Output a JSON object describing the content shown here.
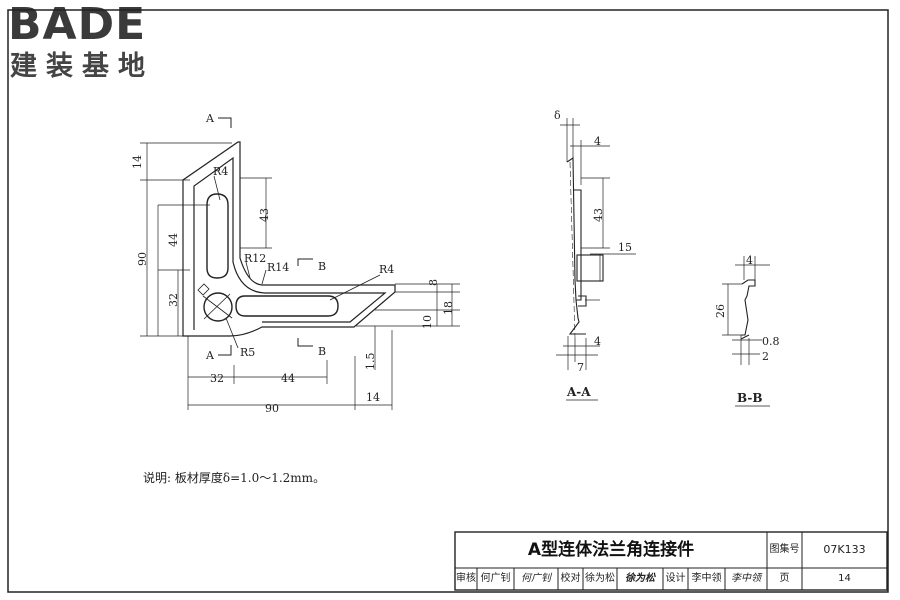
{
  "logo": {
    "brand": "BADE",
    "tagline": "建装基地"
  },
  "drawing": {
    "section_marks": {
      "a_top": "A",
      "a_bottom": "A",
      "b_top": "B",
      "b_bottom": "B"
    },
    "radii": {
      "r4_left": "R4",
      "r4_right": "R4",
      "r12": "R12",
      "r14": "R14",
      "r5": "R5"
    },
    "front_dims": {
      "top_14": "14",
      "h90": "90",
      "h44": "44",
      "h32": "32",
      "h43": "43",
      "w32": "32",
      "w44": "44",
      "w90": "90",
      "w14": "14",
      "r8": "8",
      "r10": "10",
      "r18": "18",
      "v1_5": "1.5"
    },
    "section_aa": {
      "delta": "δ",
      "d4_top": "4",
      "d43": "43",
      "d15": "15",
      "d4_bottom": "4",
      "d7": "7",
      "label": "A-A"
    },
    "section_bb": {
      "d4": "4",
      "d26": "26",
      "d0_8": "0.8",
      "d2": "2",
      "label": "B-B"
    }
  },
  "note": "说明: 板材厚度δ=1.0～1.2mm。",
  "title_block": {
    "title": "A型连体法兰角连接件",
    "atlas_label": "图集号",
    "atlas_no": "07K133",
    "review_label": "审核",
    "reviewer": "何广钊",
    "reviewer_sign": "何广钊",
    "check_label": "校对",
    "checker": "徐为松",
    "checker_sign": "徐为松",
    "design_label": "设计",
    "designer": "李中领",
    "designer_sign": "李中领",
    "page_label": "页",
    "page_no": "14"
  }
}
